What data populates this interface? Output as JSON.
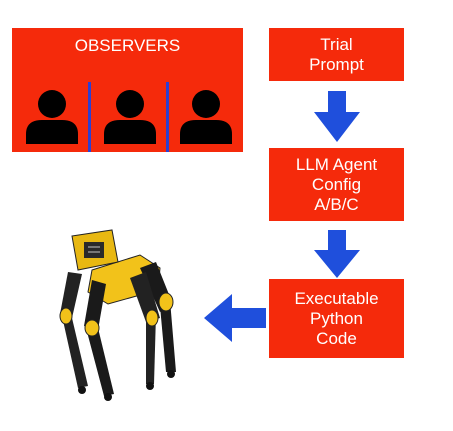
{
  "observers": {
    "title": "OBSERVERS",
    "icons": [
      "person-icon",
      "person-icon",
      "person-icon"
    ]
  },
  "flow": {
    "trial_prompt": [
      "Trial",
      "Prompt"
    ],
    "llm_agent": [
      "LLM Agent",
      "Config",
      "A/B/C"
    ],
    "executable_code": [
      "Executable",
      "Python",
      "Code"
    ]
  },
  "colors": {
    "box": "#f52a0b",
    "arrow": "#1f4fdc",
    "divider": "#2c3fd3",
    "robot_body": "#f2c21a",
    "robot_legs": "#1a1a1a"
  },
  "icons": {
    "arrows": [
      "arrow-down-icon",
      "arrow-down-icon",
      "arrow-left-icon"
    ],
    "robot": "robot-dog-icon"
  }
}
